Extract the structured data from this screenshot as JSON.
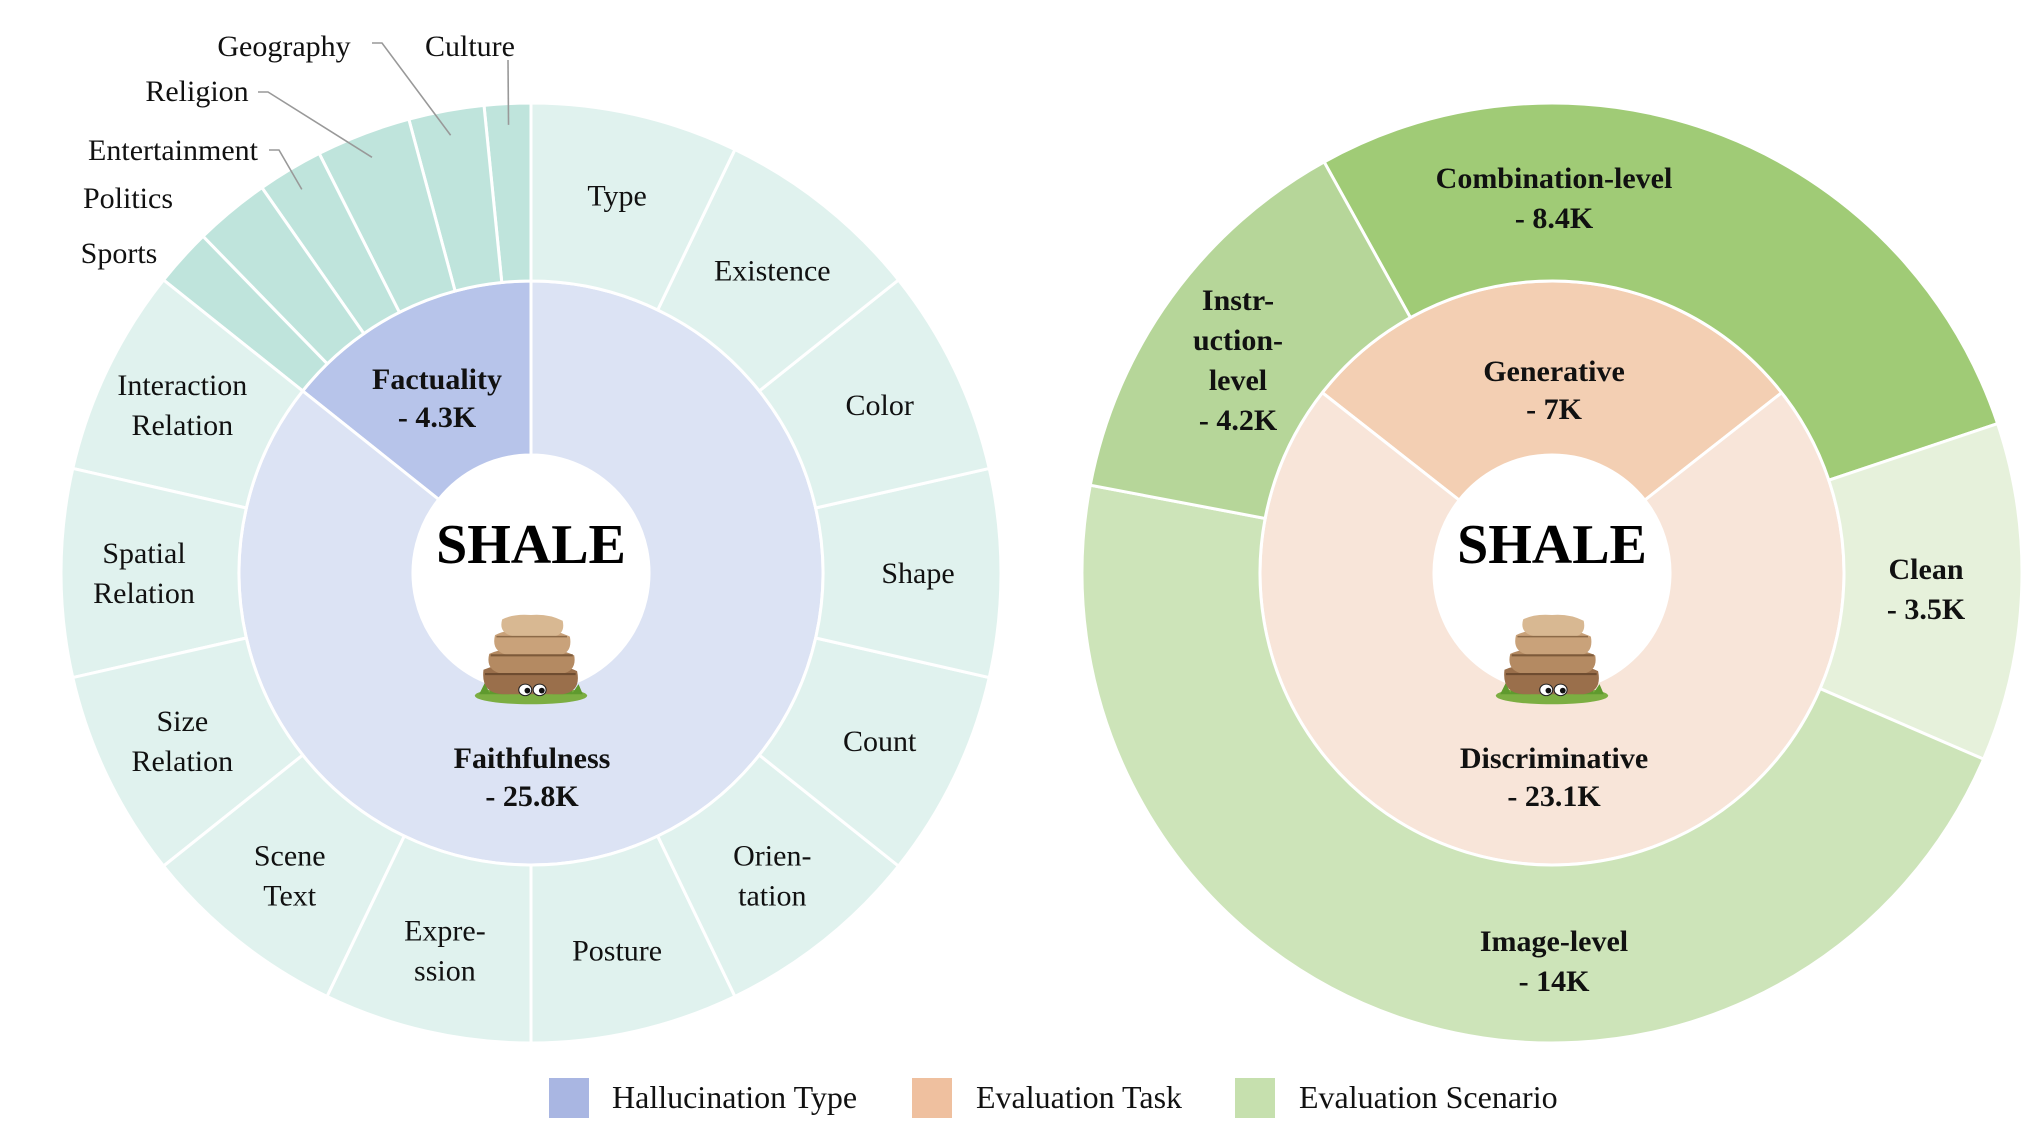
{
  "chart_data": [
    {
      "type": "sunburst",
      "center_label": "SHALE",
      "inner_ring": [
        {
          "label": "Factuality",
          "value_label": "- 4.3K",
          "value": 4.3,
          "color": "#b7c4ea"
        },
        {
          "label": "Faithfulness",
          "value_label": "- 25.8K",
          "value": 25.8,
          "color": "#dce3f4"
        }
      ],
      "outer_ring": [
        {
          "label": "Culture",
          "value": 0.48,
          "parent": "Factuality",
          "lines": [
            "Culture"
          ]
        },
        {
          "label": "Geography",
          "value": 0.78,
          "parent": "Factuality",
          "lines": [
            "Geography"
          ]
        },
        {
          "label": "Religion",
          "value": 0.98,
          "parent": "Factuality",
          "lines": [
            "Religion"
          ]
        },
        {
          "label": "Entertainment",
          "value": 0.68,
          "parent": "Factuality",
          "lines": [
            "Entertainment"
          ]
        },
        {
          "label": "Politics",
          "value": 0.78,
          "parent": "Factuality",
          "lines": [
            "Politics"
          ]
        },
        {
          "label": "Sports",
          "value": 0.6,
          "parent": "Factuality",
          "lines": [
            "Sports"
          ]
        },
        {
          "label": "Interaction Relation",
          "value": 1.93,
          "parent": "Faithfulness",
          "lines": [
            "Interaction",
            "Relation"
          ]
        },
        {
          "label": "Spatial Relation",
          "value": 1.93,
          "parent": "Faithfulness",
          "lines": [
            "Spatial",
            "Relation"
          ]
        },
        {
          "label": "Size Relation",
          "value": 1.93,
          "parent": "Faithfulness",
          "lines": [
            "Size",
            "Relation"
          ]
        },
        {
          "label": "Scene Text",
          "value": 1.93,
          "parent": "Faithfulness",
          "lines": [
            "Scene",
            "Text"
          ]
        },
        {
          "label": "Expression",
          "value": 1.93,
          "parent": "Faithfulness",
          "lines": [
            "Expre-",
            "ssion"
          ]
        },
        {
          "label": "Posture",
          "value": 1.93,
          "parent": "Faithfulness",
          "lines": [
            "Posture"
          ]
        },
        {
          "label": "Orientation",
          "value": 1.93,
          "parent": "Faithfulness",
          "lines": [
            "Orien-",
            "tation"
          ]
        },
        {
          "label": "Count",
          "value": 1.93,
          "parent": "Faithfulness",
          "lines": [
            "Count"
          ]
        },
        {
          "label": "Shape",
          "value": 1.93,
          "parent": "Faithfulness",
          "lines": [
            "Shape"
          ]
        },
        {
          "label": "Color",
          "value": 1.93,
          "parent": "Faithfulness",
          "lines": [
            "Color"
          ]
        },
        {
          "label": "Existence",
          "value": 1.93,
          "parent": "Faithfulness",
          "lines": [
            "Existence"
          ]
        },
        {
          "label": "Type",
          "value": 1.93,
          "parent": "Faithfulness",
          "lines": [
            "Type"
          ]
        }
      ]
    },
    {
      "type": "sunburst",
      "center_label": "SHALE",
      "inner_ring": [
        {
          "label": "Generative",
          "value_label": "- 7K",
          "value": 7,
          "color": "#f3cfb3"
        },
        {
          "label": "Discriminative",
          "value_label": "- 23.1K",
          "value": 23.1,
          "color": "#f8e5d9"
        }
      ],
      "outer_ring": [
        {
          "label": "Combination-level",
          "value_label": "- 8.4K",
          "value": 8.4,
          "color": "#a0cb76",
          "lines": [
            "Combination-level"
          ]
        },
        {
          "label": "Clean",
          "value_label": "- 3.5K",
          "value": 3.5,
          "color": "#e6f1db",
          "lines": [
            "Clean"
          ]
        },
        {
          "label": "Image-level",
          "value_label": "- 14K",
          "value": 14,
          "color": "#cde4b9",
          "lines": [
            "Image-level"
          ]
        },
        {
          "label": "Instruction-level",
          "value_label": "- 4.2K",
          "value": 4.2,
          "color": "#b6d699",
          "lines": [
            "Instr-",
            "uction-",
            "level"
          ]
        }
      ]
    }
  ],
  "legend": [
    {
      "label": "Hallucination Type",
      "color": "#a9b6e2"
    },
    {
      "label": "Evaluation Task",
      "color": "#efc09f"
    },
    {
      "label": "Evaluation Scenario",
      "color": "#c6e0ae"
    }
  ],
  "colors": {
    "outer_factuality": "#bfe4dc",
    "outer_faithfulness": "#e0f2ee",
    "separator": "#ffffff",
    "leader_line": "#999999"
  },
  "icons": [
    "rock-mascot-icon"
  ]
}
